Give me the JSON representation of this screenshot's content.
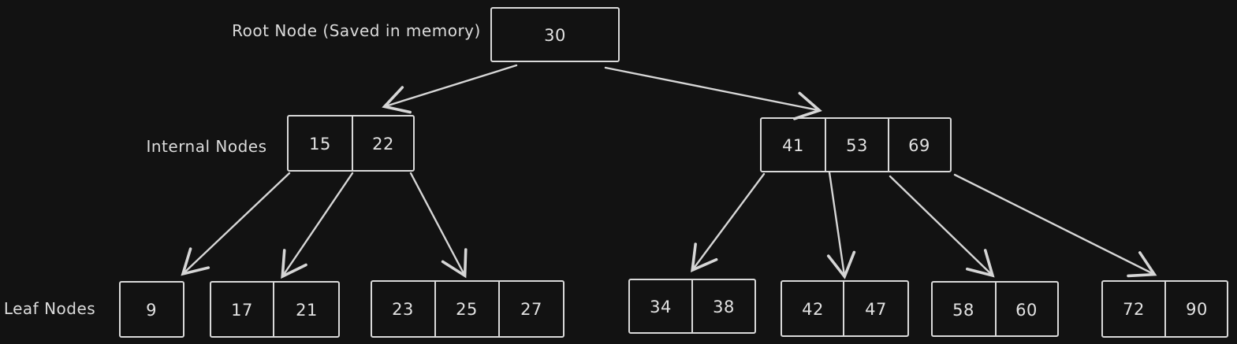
{
  "labels": {
    "root_node": "Root Node (Saved in memory)",
    "internal_nodes": "Internal Nodes",
    "leaf_nodes": "Leaf Nodes"
  },
  "tree": {
    "root": {
      "keys": [
        "30"
      ]
    },
    "internal_left": {
      "keys": [
        "15",
        "22"
      ]
    },
    "internal_right": {
      "keys": [
        "41",
        "53",
        "69"
      ]
    },
    "leaves": [
      {
        "keys": [
          "9"
        ]
      },
      {
        "keys": [
          "17",
          "21"
        ]
      },
      {
        "keys": [
          "23",
          "25",
          "27"
        ]
      },
      {
        "keys": [
          "34",
          "38"
        ]
      },
      {
        "keys": [
          "42",
          "47"
        ]
      },
      {
        "keys": [
          "58",
          "60"
        ]
      },
      {
        "keys": [
          "72",
          "90"
        ]
      }
    ]
  },
  "colors": {
    "background": "#121212",
    "stroke": "#d9d9d9",
    "text": "#dcdcdc"
  }
}
